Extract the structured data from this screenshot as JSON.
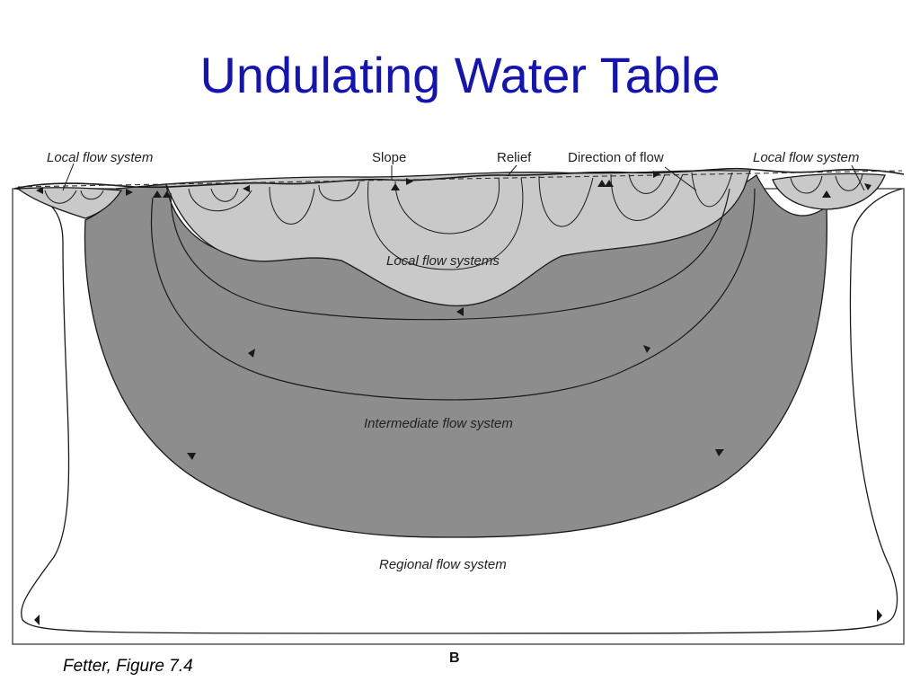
{
  "slide": {
    "title": "Undulating Water Table",
    "title_color": "#1414b4",
    "caption": "Fetter, Figure 7.4"
  },
  "figure": {
    "letter": "B",
    "labels": {
      "local_flow_system_left": "Local flow system",
      "slope": "Slope",
      "relief": "Relief",
      "direction_of_flow": "Direction of flow",
      "local_flow_system_right": "Local flow system",
      "local_flow_systems": "Local flow systems",
      "intermediate_flow_system": "Intermediate flow system",
      "regional_flow_system": "Regional flow system"
    },
    "colors": {
      "local_fill": "#c9c9c9",
      "intermediate_fill": "#8d8d8d",
      "regional_fill": "#ffffff",
      "lines": "#1a1a1a"
    }
  }
}
